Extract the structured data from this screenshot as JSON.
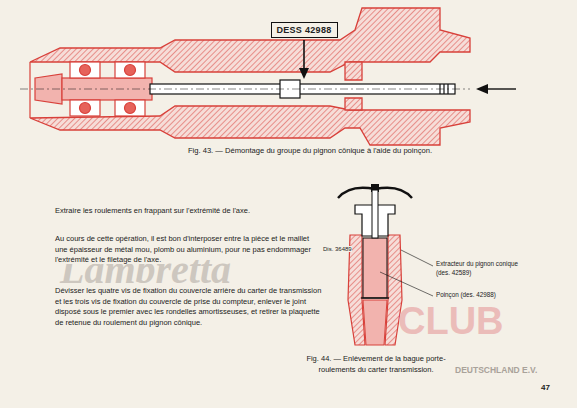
{
  "diagram": {
    "caption": "Fig. 43. — Démontage du groupe du pignon cônique à l'aide du poinçon.",
    "nodes": [
      {
        "text": [
          "DESS 42988"
        ]
      }
    ],
    "labels": [
      "Extraire les roulements en frappant sur l'extrémité de l'axe.",
      "Au cours de cette opération, il est bon d'interposer entre la pièce et le maillet une épaisseur de métal mou, plomb ou aluminium, pour ne pas endommager l'extrémité et le filetage de l'axe.",
      "Dévisser les quatre vis de fixation du couvercle arrière du carter de transmission et les trois vis de fixation du couvercle de prise du compteur, enlever le joint disposé sous le premier avec les rondelles amortisseuses, et retirer la plaquette de retenue du roulement du pignon cônique.",
      "Dis. 36489",
      "Extracteur du pignon conique (des. 42589)",
      "Poinçon (des. 42988)",
      "Fig. 44. — Enlèvement de la bague porte-roulements du carter transmission.",
      "47",
      "Lambretta",
      "CLUB",
      "DEUTSCHLAND E.V."
    ]
  }
}
